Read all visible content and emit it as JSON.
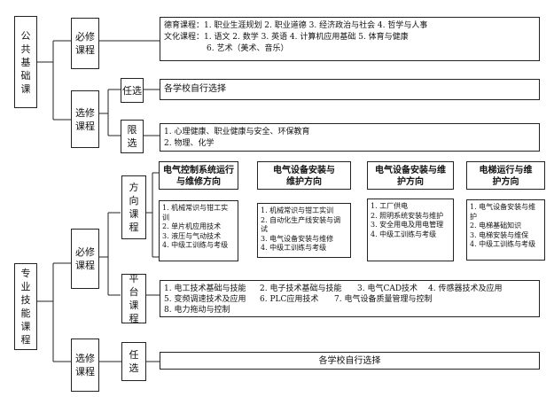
{
  "public": {
    "label": "公共基础课",
    "required": {
      "label": "必修课程",
      "line1": "德育课程：1. 职业生涯规划    2. 职业道德    3. 经济政治与社会    4. 哲学与人事",
      "line2": "文化课程：1. 语文    2. 数学    3. 英语    4. 计算机应用基础    5. 体育与健康",
      "line3": "6. 艺术（美术、音乐）"
    },
    "elective": {
      "label": "选修课程",
      "free": {
        "label": "任选",
        "text": "各学校自行选择"
      },
      "limited": {
        "label": "限选",
        "line1": "1. 心理健康、职业健康与安全、环保教育",
        "line2": "2. 物理、化学"
      }
    }
  },
  "professional": {
    "label": "专业技能课程",
    "required": {
      "label": "必修课程",
      "direction": {
        "label": "方向课程",
        "columns": [
          {
            "title": "电气控制系统运行与维修方向",
            "items": [
              "1. 机械常识与钳工实训",
              "2. 单片机应用技术",
              "3. 液压与气动技术",
              "4. 中级工训练与考级"
            ]
          },
          {
            "title": "电气设备安装与维护方向",
            "items": [
              "1. 机械常识与钳工实训",
              "2. 自动化生产线安装与调试",
              "3. 电气设备安装与维修",
              "4. 中级工训练与考级"
            ]
          },
          {
            "title": "电气设备安装与维护方向",
            "items": [
              "1. 工厂供电",
              "2. 照明系统安装与维护",
              "3. 安全用电及用电管理",
              "4. 中级工训练与考级"
            ]
          },
          {
            "title": "电梯运行与维护方向",
            "items": [
              "1. 电气设备安装与维护",
              "2. 电梯基础知识",
              "3. 电梯安装与维保",
              "4. 中级工训练与考级"
            ]
          }
        ]
      },
      "platform": {
        "label": "平台课程",
        "line1": [
          "1. 电工技术基础与技能",
          "2. 电子技术基础与技能",
          "3. 电气CAD技术",
          "4. 传感器技术及应用"
        ],
        "line2": [
          "5. 变频调速技术及应用",
          "6. PLC应用技术",
          "7. 电气设备质量管理与控制"
        ],
        "line3": [
          "8. 电力拖动与控制"
        ]
      }
    },
    "elective": {
      "label": "选修课程",
      "free": {
        "label": "任选",
        "text": "各学校自行选择"
      }
    }
  }
}
